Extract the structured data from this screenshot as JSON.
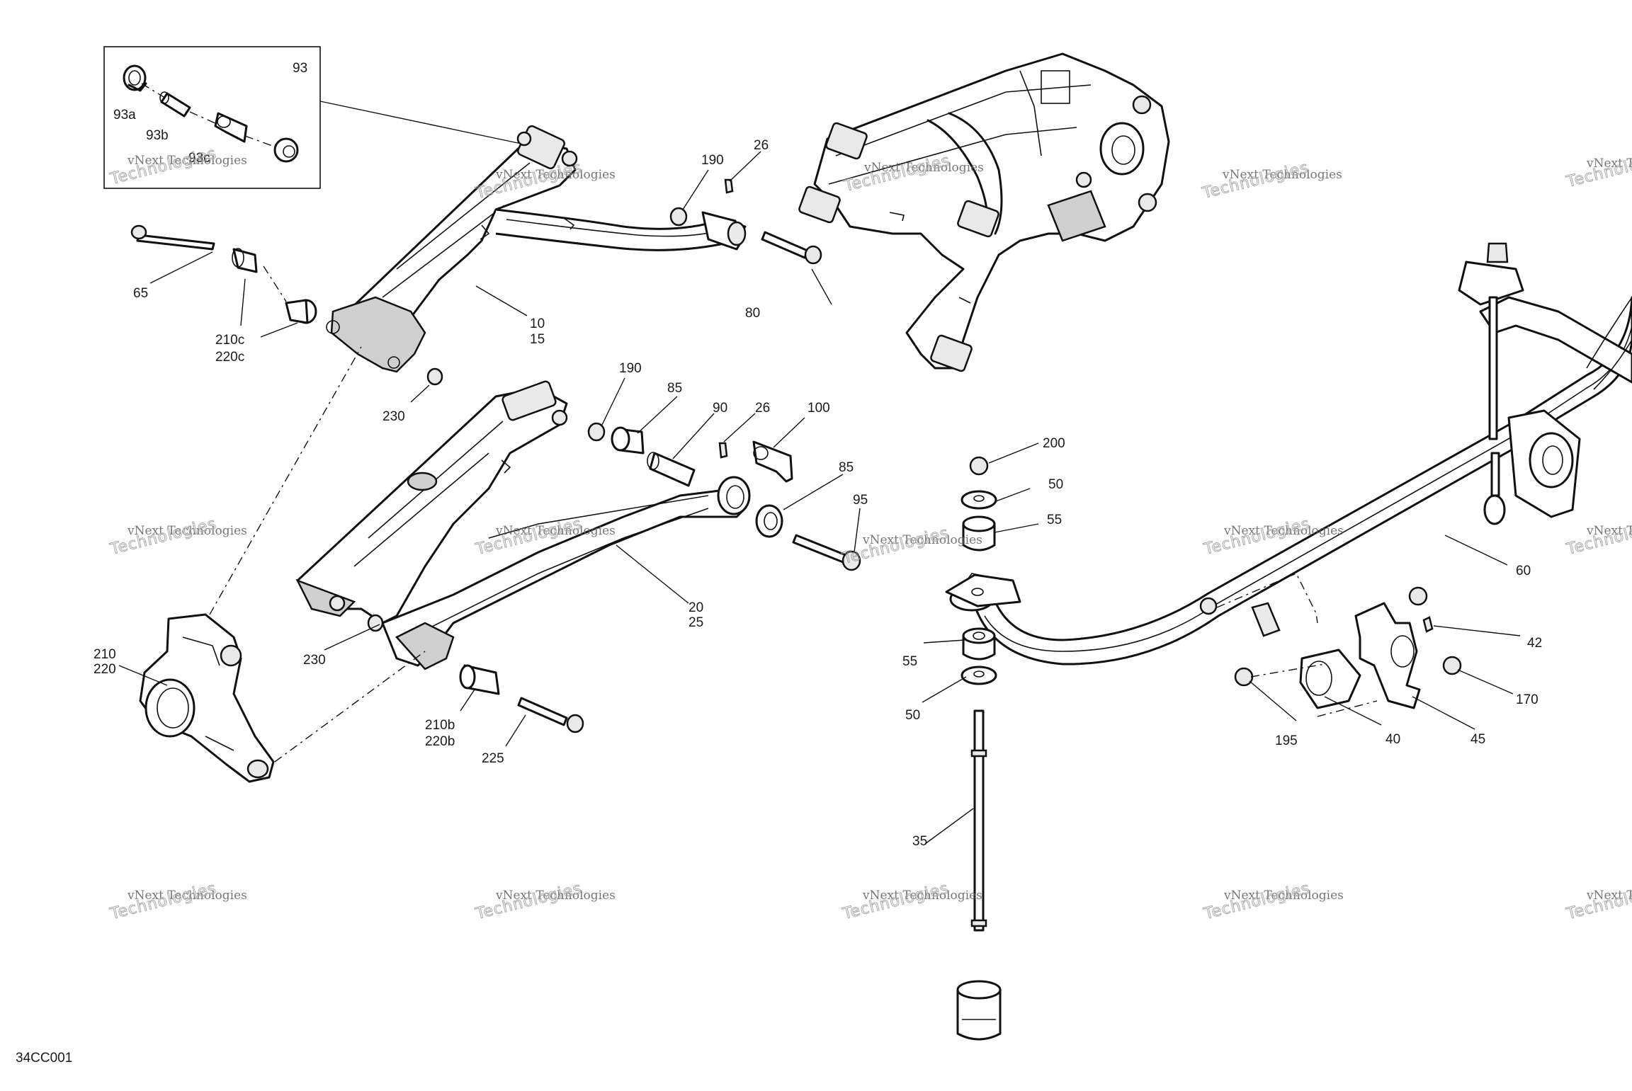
{
  "drawing_code": "34CC001",
  "watermark": {
    "line1": "vNext Technologies",
    "line2": "Technologies"
  },
  "callouts": {
    "c93": "93",
    "c93a": "93a",
    "c93b": "93b",
    "c93c": "93c",
    "c65": "65",
    "c210c": "210c",
    "c220c": "220c",
    "c10": "10",
    "c15": "15",
    "c230a": "230",
    "c190a": "190",
    "c26a": "26",
    "c80": "80",
    "c190b": "190",
    "c85a": "85",
    "c90": "90",
    "c26b": "26",
    "c100": "100",
    "c85b": "85",
    "c95": "95",
    "c20": "20",
    "c25": "25",
    "c230b": "230",
    "c210": "210",
    "c220": "220",
    "c210b": "210b",
    "c220b": "220b",
    "c225": "225",
    "c200": "200",
    "c50a": "50",
    "c55a": "55",
    "c55b": "55",
    "c50b": "50",
    "c35": "35",
    "c60": "60",
    "c42": "42",
    "c170": "170",
    "c195": "195",
    "c40": "40",
    "c45": "45"
  }
}
